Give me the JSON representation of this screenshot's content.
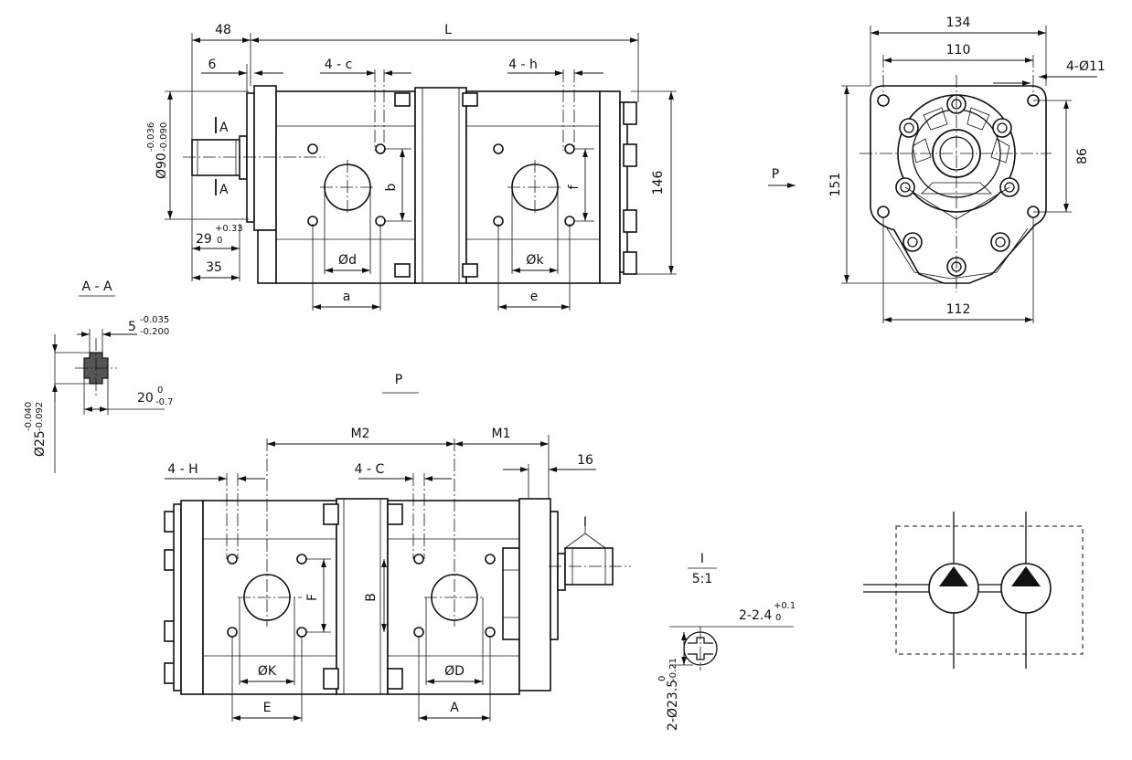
{
  "views": {
    "side_view": {
      "dims": {
        "d48": "48",
        "dL": "L",
        "d6": "6",
        "d4c": "4 - c",
        "d4h": "4 - h",
        "phi90_base": "Ø90",
        "phi90_up": "-0.036",
        "phi90_lo": "-0.090",
        "section_mark_top": "A",
        "section_mark_bottom": "A",
        "d29": "29",
        "d29_up": "+0.33",
        "d29_lo": "0",
        "d35": "35",
        "d146": "146",
        "b": "b",
        "f": "f",
        "phi_d": "Ød",
        "phi_k": "Øk",
        "a": "a",
        "e": "e"
      }
    },
    "end_view": {
      "dims": {
        "d134": "134",
        "d110": "110",
        "holes": "4-Ø11",
        "d86": "86",
        "d151": "151",
        "d112": "112"
      },
      "arrow_label": "P"
    },
    "section_aa": {
      "title": "A - A",
      "dims": {
        "d5": "5",
        "d5_up": "-0.035",
        "d5_lo": "-0.200",
        "d20": "20",
        "d20_up": "0",
        "d20_lo": "-0.7",
        "phi25": "Ø25",
        "phi25_up": "-0.040",
        "phi25_lo": "-0.092"
      }
    },
    "view_p": {
      "title": "P",
      "dims": {
        "M2": "M2",
        "M1": "M1",
        "d16": "16",
        "d4H": "4 - H",
        "d4C": "4 - C",
        "F": "F",
        "B": "B",
        "phi_K": "ØK",
        "phi_D": "ØD",
        "E": "E",
        "A": "A"
      },
      "detail_mark": "I"
    },
    "detail_i": {
      "title": "I",
      "scale": "5:1",
      "dims": {
        "slots": "2-2.4",
        "slots_up": "+0.1",
        "slots_lo": "0",
        "dia": "2-Ø23.5",
        "dia_up": "0",
        "dia_lo": "-0.21"
      }
    }
  }
}
